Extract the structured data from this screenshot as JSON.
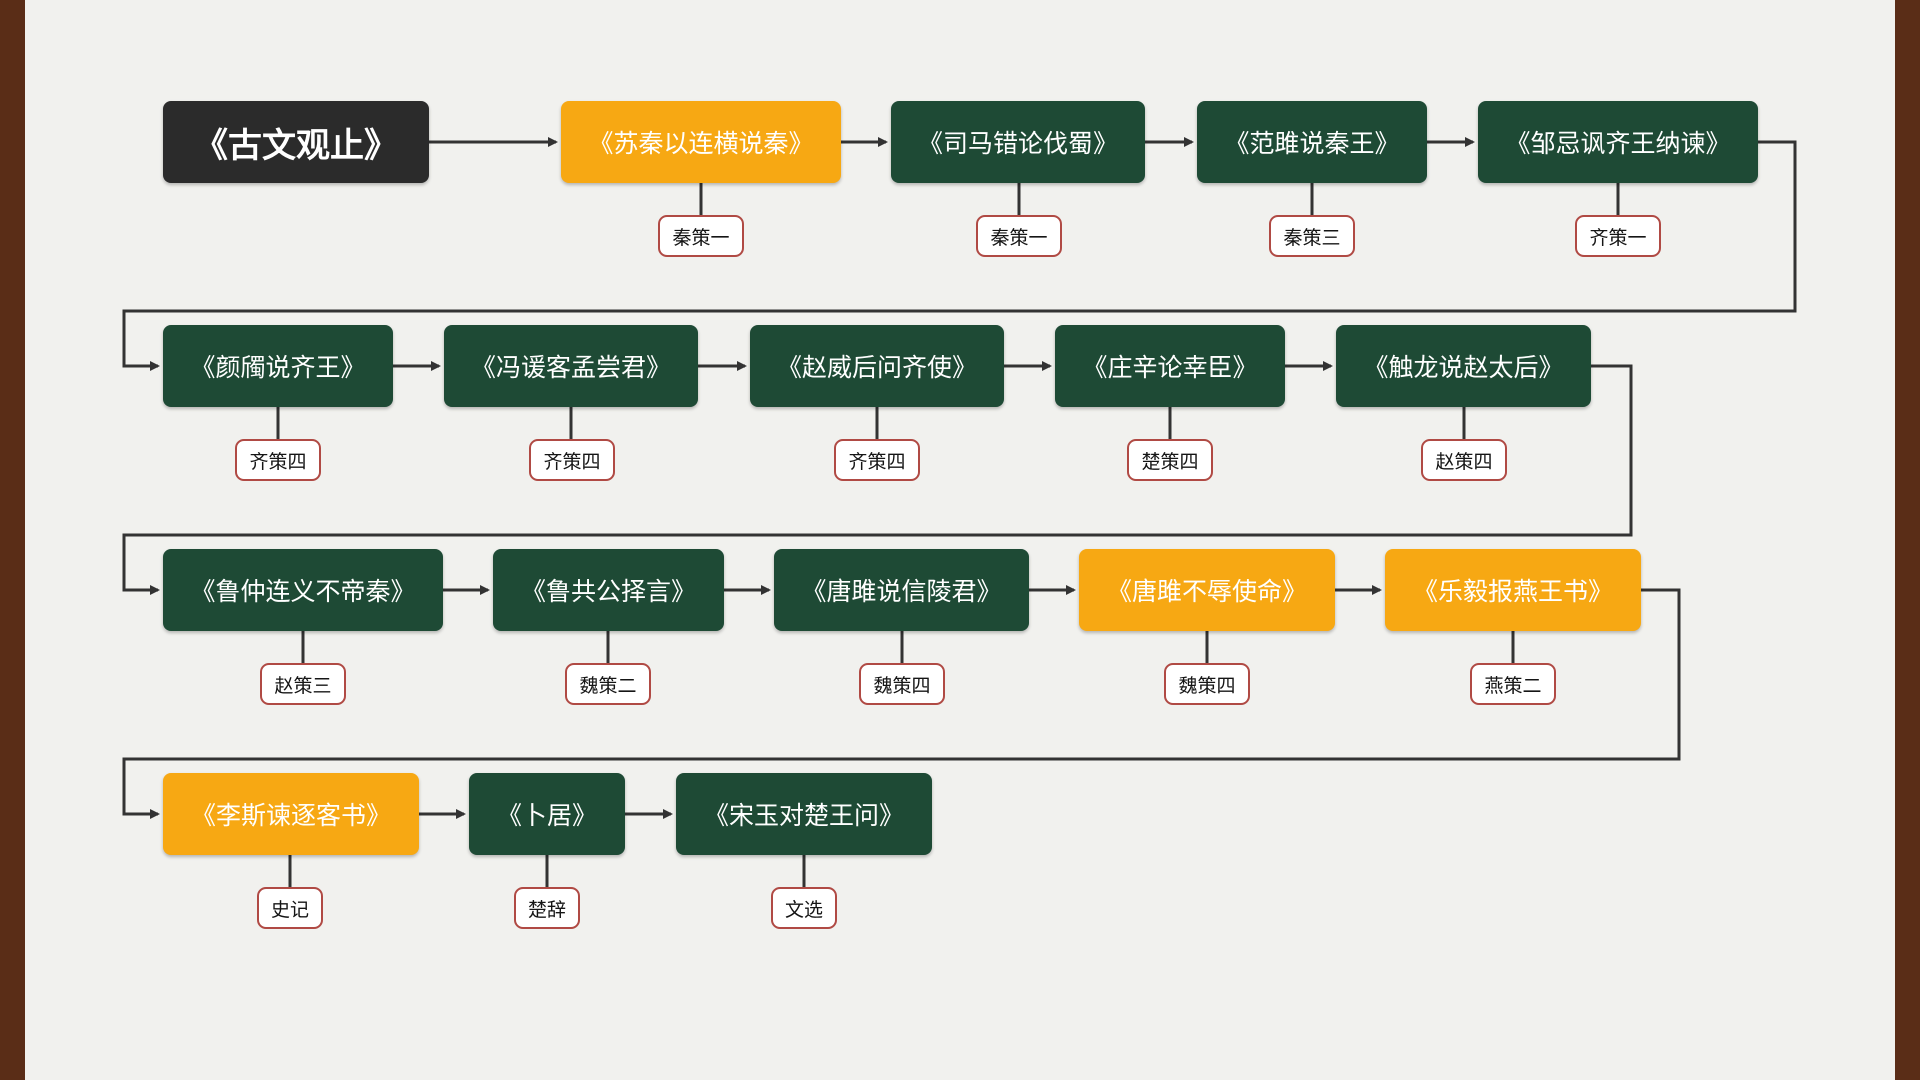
{
  "diagram": {
    "root": {
      "label": "《古文观止》"
    },
    "nodes": [
      {
        "id": "n1",
        "label": "《苏秦以连横说秦》",
        "source": "秦策一",
        "style": "orange"
      },
      {
        "id": "n2",
        "label": "《司马错论伐蜀》",
        "source": "秦策一",
        "style": "dark"
      },
      {
        "id": "n3",
        "label": "《范雎说秦王》",
        "source": "秦策三",
        "style": "dark"
      },
      {
        "id": "n4",
        "label": "《邹忌讽齐王纳谏》",
        "source": "齐策一",
        "style": "dark"
      },
      {
        "id": "n5",
        "label": "《颜斶说齐王》",
        "source": "齐策四",
        "style": "dark"
      },
      {
        "id": "n6",
        "label": "《冯谖客孟尝君》",
        "source": "齐策四",
        "style": "dark"
      },
      {
        "id": "n7",
        "label": "《赵威后问齐使》",
        "source": "齐策四",
        "style": "dark"
      },
      {
        "id": "n8",
        "label": "《庄辛论幸臣》",
        "source": "楚策四",
        "style": "dark"
      },
      {
        "id": "n9",
        "label": "《触龙说赵太后》",
        "source": "赵策四",
        "style": "dark"
      },
      {
        "id": "n10",
        "label": "《鲁仲连义不帝秦》",
        "source": "赵策三",
        "style": "dark"
      },
      {
        "id": "n11",
        "label": "《鲁共公择言》",
        "source": "魏策二",
        "style": "dark"
      },
      {
        "id": "n12",
        "label": "《唐雎说信陵君》",
        "source": "魏策四",
        "style": "dark"
      },
      {
        "id": "n13",
        "label": "《唐雎不辱使命》",
        "source": "魏策四",
        "style": "orange"
      },
      {
        "id": "n14",
        "label": "《乐毅报燕王书》",
        "source": "燕策二",
        "style": "orange"
      },
      {
        "id": "n15",
        "label": "《李斯谏逐客书》",
        "source": "史记",
        "style": "orange"
      },
      {
        "id": "n16",
        "label": "《卜居》",
        "source": "楚辞",
        "style": "dark"
      },
      {
        "id": "n17",
        "label": "《宋玉对楚王问》",
        "source": "文选",
        "style": "dark"
      }
    ],
    "edges": [
      [
        "root",
        "n1"
      ],
      [
        "n1",
        "n2"
      ],
      [
        "n2",
        "n3"
      ],
      [
        "n3",
        "n4"
      ],
      [
        "n4",
        "n5"
      ],
      [
        "n5",
        "n6"
      ],
      [
        "n6",
        "n7"
      ],
      [
        "n7",
        "n8"
      ],
      [
        "n8",
        "n9"
      ],
      [
        "n9",
        "n10"
      ],
      [
        "n10",
        "n11"
      ],
      [
        "n11",
        "n12"
      ],
      [
        "n12",
        "n13"
      ],
      [
        "n13",
        "n14"
      ],
      [
        "n14",
        "n15"
      ],
      [
        "n15",
        "n16"
      ],
      [
        "n16",
        "n17"
      ]
    ]
  },
  "colors": {
    "dark_node": "#1e4a35",
    "highlight_node": "#f7a813",
    "root_node": "#2b2b2b",
    "tag_border": "#b04a44",
    "connector": "#333333",
    "paper": "#f1f1ee",
    "frame": "#5a2d17"
  }
}
